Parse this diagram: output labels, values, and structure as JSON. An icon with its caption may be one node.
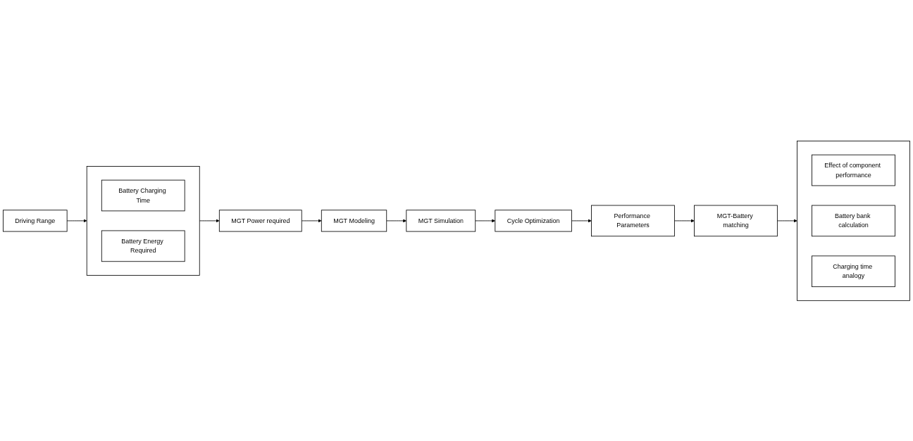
{
  "diagram": {
    "nodes": [
      {
        "text": [
          "Driving Range"
        ]
      },
      {
        "text": [],
        "shape": "box"
      },
      {
        "text": [
          "Battery Charging Time"
        ],
        "in": 1
      },
      {
        "text": [
          "Battery Energy Required"
        ],
        "in": 1
      },
      {
        "text": [
          "MGT Power required"
        ]
      },
      {
        "text": [
          "MGT Modeling"
        ]
      },
      {
        "text": [
          "MGT Simulation"
        ]
      },
      {
        "text": [
          "Cycle Optimization"
        ]
      },
      {
        "text": [
          "Performance Parameters"
        ]
      },
      {
        "text": [
          "MGT-Battery matching"
        ]
      },
      {
        "text": [],
        "shape": "box"
      },
      {
        "text": [
          "Effect of component performance"
        ],
        "in": 10
      },
      {
        "text": [
          "Battery bank calculation"
        ],
        "in": 10
      },
      {
        "text": [
          "Charging time analogy"
        ],
        "in": 10
      }
    ],
    "edges": [
      {
        "from": 0,
        "to": 1,
        "arrow": "to"
      },
      {
        "from": 1,
        "to": 4,
        "arrow": "to"
      },
      {
        "from": 4,
        "to": 5,
        "arrow": "to"
      },
      {
        "from": 5,
        "to": 6,
        "arrow": "to"
      },
      {
        "from": 6,
        "to": 7,
        "arrow": "to"
      },
      {
        "from": 7,
        "to": 8,
        "arrow": "to"
      },
      {
        "from": 8,
        "to": 9,
        "arrow": "to"
      },
      {
        "from": 9,
        "to": 10,
        "arrow": "to"
      }
    ]
  }
}
